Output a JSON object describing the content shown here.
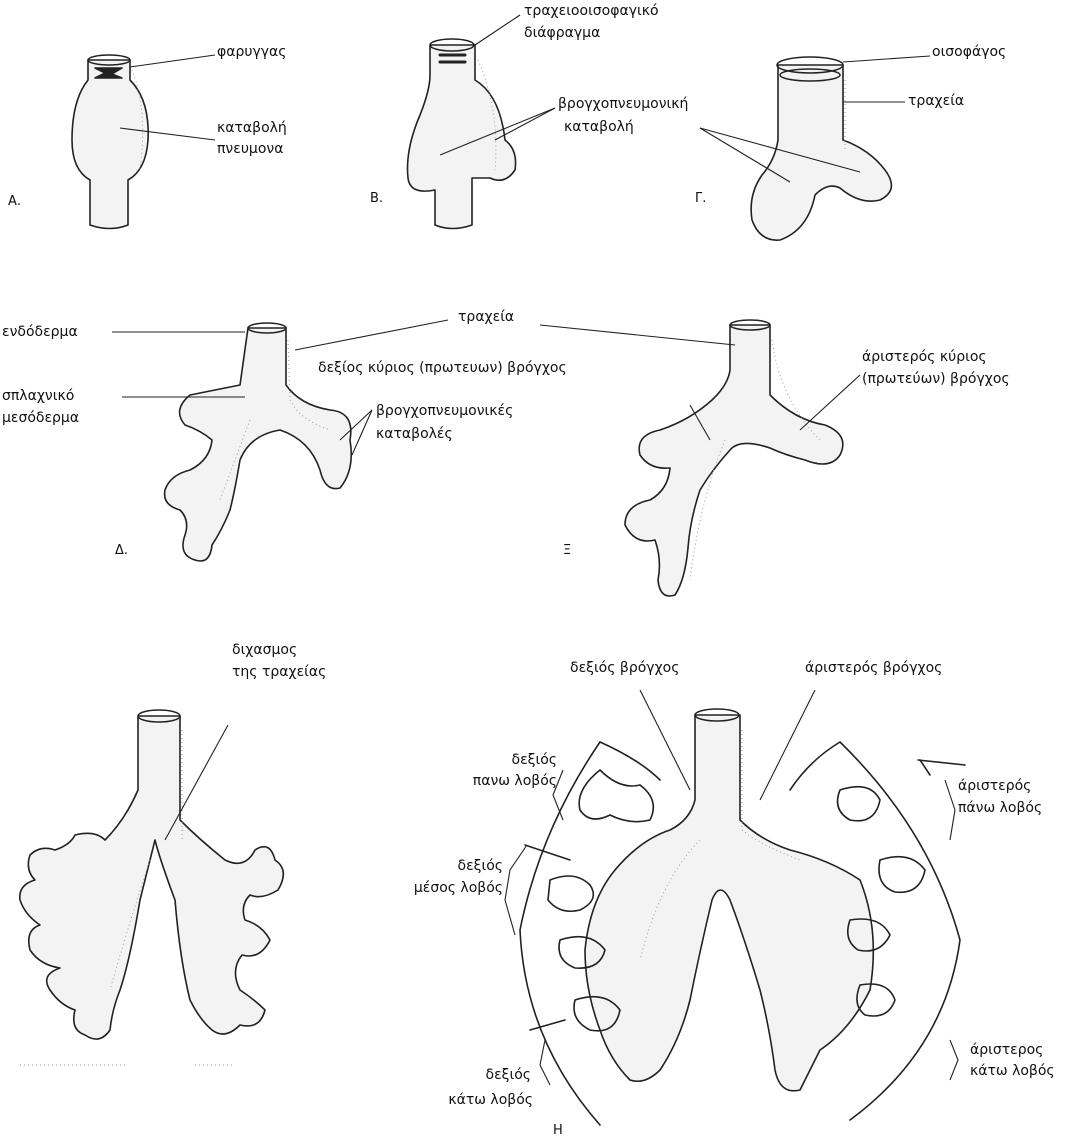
{
  "panels": {
    "a": "Α.",
    "b": "Β.",
    "c": "Γ.",
    "d": "Δ.",
    "e": "Ξ",
    "h": "Η"
  },
  "labels": {
    "pharynx": "φαρυγγας",
    "lung_bud": [
      "καταβολή",
      "πνευμονα"
    ],
    "septum": [
      "τραχειοοισοφαγικό",
      "διάφραγμα"
    ],
    "bronchopulm_bud": [
      "βρογχοπνευμονική",
      "καταβολή"
    ],
    "esophagus": "οισοφάγος",
    "trachea_c": "τραχεία",
    "endoderm": "ενδόδερμα",
    "trachea_de": "τραχεία",
    "splanchnic": [
      "σπλαχνικό",
      "μεσόδερμα"
    ],
    "right_main": "δεξίος κύριος (πρωτευων) βρόγχος",
    "bronchopulm_buds": [
      "βρογχοπνευμονικές",
      "καταβολές"
    ],
    "left_main": [
      "άριστερός κύριος",
      "(πρωτεύων) βρόγχος"
    ],
    "bifurcation": [
      "διχασμος",
      "της τραχείας"
    ],
    "right_bronchus": "δεξιός βρόγχος",
    "left_bronchus": "άριστερός βρόγχος",
    "right_upper": [
      "δεξιός",
      "πανω λοβός"
    ],
    "right_middle": [
      "δεξιός",
      "μέσος λοβός"
    ],
    "right_lower": [
      "δεξιός",
      "κάτω λοβός"
    ],
    "left_upper": [
      "άριστερός",
      "πάνω λοβός"
    ],
    "left_lower": [
      "άριστερος",
      "κάτω λοβός"
    ]
  }
}
